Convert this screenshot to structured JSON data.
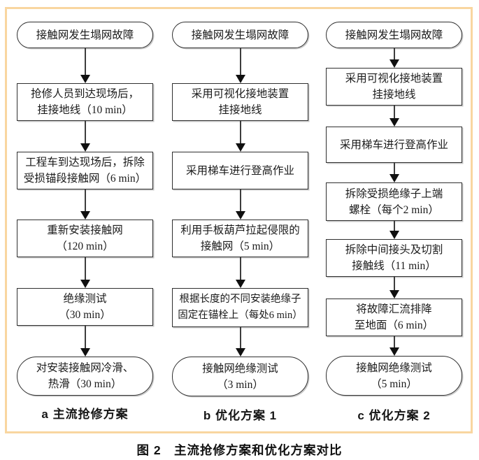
{
  "frame": {
    "border_color": "#f9d6a0"
  },
  "figure_caption": "图 2　主流抢修方案和优化方案对比",
  "columns": [
    {
      "label": "a 主流抢修方案",
      "nodes": [
        {
          "lines": [
            "接触网发生塌网故障"
          ]
        },
        {
          "lines": [
            "抢修人员到达现场后，",
            "挂接地线（10 min）"
          ]
        },
        {
          "lines": [
            "工程车到达现场后，拆除",
            "受损锚段接触网（6 min）"
          ]
        },
        {
          "lines": [
            "重新安装接触网",
            "（120 min）"
          ]
        },
        {
          "lines": [
            "绝缘测试",
            "（30 min）"
          ]
        },
        {
          "lines": [
            "对安装接触网冷滑、",
            "热滑（30 min）"
          ]
        }
      ]
    },
    {
      "label": "b 优化方案 1",
      "nodes": [
        {
          "lines": [
            "接触网发生塌网故障"
          ]
        },
        {
          "lines": [
            "采用可视化接地装置",
            "挂接地线"
          ]
        },
        {
          "lines": [
            "采用梯车进行登高作业"
          ]
        },
        {
          "lines": [
            "利用手板葫芦拉起侵限的",
            "接触网（5 min）"
          ]
        },
        {
          "lines": [
            "根据长度的不同安装绝缘子",
            "固定在锚栓上（每处6 min）"
          ]
        },
        {
          "lines": [
            "接触网绝缘测试",
            "（3 min）"
          ]
        }
      ]
    },
    {
      "label": "c 优化方案 2",
      "nodes": [
        {
          "lines": [
            "接触网发生塌网故障"
          ]
        },
        {
          "lines": [
            "采用可视化接地装置",
            "挂接地线"
          ]
        },
        {
          "lines": [
            "采用梯车进行登高作业"
          ]
        },
        {
          "lines": [
            "拆除受损绝缘子上端",
            "螺栓（每个2 min）"
          ]
        },
        {
          "lines": [
            "拆除中间接头及切割",
            "接触线（11 min）"
          ]
        },
        {
          "lines": [
            "将故障汇流排降",
            "至地面（6 min）"
          ]
        },
        {
          "lines": [
            "接触网绝缘测试",
            "（5 min）"
          ]
        }
      ]
    }
  ]
}
